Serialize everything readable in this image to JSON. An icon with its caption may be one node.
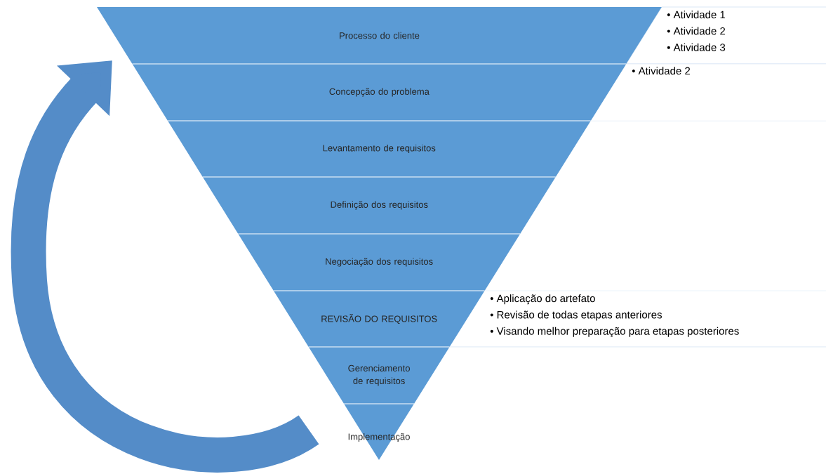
{
  "diagram": {
    "nodes": [
      {
        "text": [
          "Processo do cliente"
        ]
      },
      {
        "text": [
          "Concepção do problema"
        ]
      },
      {
        "text": [
          "Levantamento de requisitos"
        ]
      },
      {
        "text": [
          "Definição dos requisitos"
        ]
      },
      {
        "text": [
          "Negociação dos requisitos"
        ]
      },
      {
        "text": [
          "REVISÃO DO REQUISITOS"
        ]
      },
      {
        "text": [
          "Gerenciamento de requisitos"
        ]
      },
      {
        "text": [
          "Implementação"
        ]
      },
      {
        "text": [
          "• Atividade 1",
          "• Atividade 2",
          "• Atividade 3"
        ]
      },
      {
        "text": [
          "• Atividade 2"
        ]
      },
      {
        "text": [
          "• Aplicação do artefato",
          "• Revisão de todas etapas anteriores",
          "• Visando melhor preparação para etapas posteriores"
        ]
      }
    ],
    "edges": [
      {
        "from": 7,
        "to": 0,
        "arrow": "to"
      }
    ]
  }
}
